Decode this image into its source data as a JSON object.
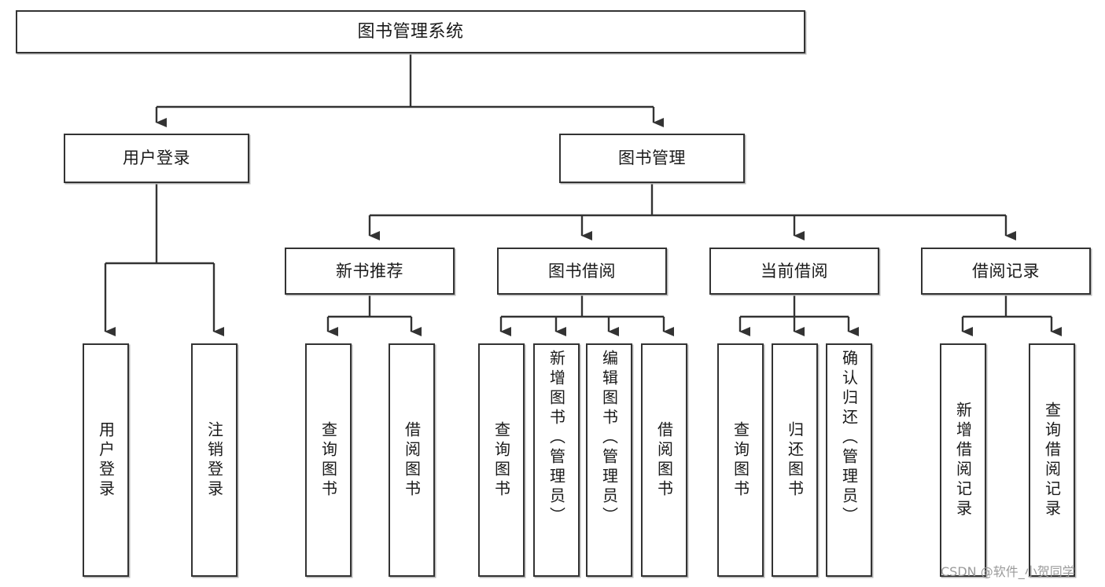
{
  "diagram": {
    "title": "图书管理系统",
    "root": {
      "id": "root",
      "label": "图书管理系统"
    },
    "level2": [
      {
        "id": "user-login",
        "label": "用户登录"
      },
      {
        "id": "book-management",
        "label": "图书管理"
      }
    ],
    "level3": [
      {
        "id": "new-book-recommend",
        "label": "新书推荐"
      },
      {
        "id": "book-borrow",
        "label": "图书借阅"
      },
      {
        "id": "current-borrow",
        "label": "当前借阅"
      },
      {
        "id": "borrow-record",
        "label": "借阅记录"
      }
    ],
    "leaves": {
      "user_login": [
        {
          "id": "leaf-user-login",
          "label": "用户登录"
        },
        {
          "id": "leaf-logout-login",
          "label": "注销登录"
        }
      ],
      "new_book_recommend": [
        {
          "id": "leaf-query-book-1",
          "label": "查询图书"
        },
        {
          "id": "leaf-borrow-book-1",
          "label": "借阅图书"
        }
      ],
      "book_borrow": [
        {
          "id": "leaf-query-book-2",
          "label": "查询图书"
        },
        {
          "id": "leaf-add-book",
          "label": "新增图书（管理员）"
        },
        {
          "id": "leaf-edit-book",
          "label": "编辑图书（管理员）"
        },
        {
          "id": "leaf-borrow-book-2",
          "label": "借阅图书"
        }
      ],
      "current_borrow": [
        {
          "id": "leaf-query-book-3",
          "label": "查询图书"
        },
        {
          "id": "leaf-return-book",
          "label": "归还图书"
        },
        {
          "id": "leaf-confirm-return",
          "label": "确认归还（管理员）"
        }
      ],
      "borrow_record": [
        {
          "id": "leaf-add-record",
          "label": "新增借阅记录"
        },
        {
          "id": "leaf-query-record",
          "label": "查询借阅记录"
        }
      ]
    }
  },
  "watermark": {
    "text": "CSDN @软件_小贺同学"
  },
  "colors": {
    "box_border": "#333333",
    "box_fill": "#ffffff",
    "connector": "#333333",
    "text": "#1a1a1a",
    "watermark": "#9a9a9a",
    "shadow": "#b8b8b8"
  }
}
